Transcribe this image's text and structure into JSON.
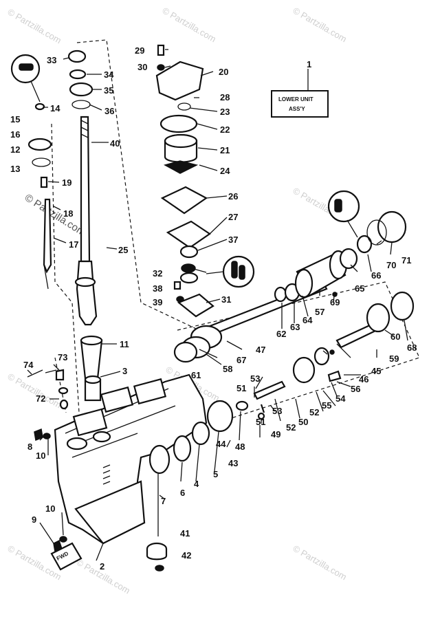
{
  "watermark": "© Partzilla.com",
  "assembly_box": {
    "number": "1",
    "line1": "LOWER UNIT",
    "line2": "ASS'Y"
  },
  "fwd_label": "FWD",
  "callouts": [
    {
      "id": "33",
      "text": "33"
    },
    {
      "id": "34",
      "text": "34"
    },
    {
      "id": "35",
      "text": "35"
    },
    {
      "id": "36",
      "text": "36"
    },
    {
      "id": "14",
      "text": "14"
    },
    {
      "id": "15",
      "text": "15"
    },
    {
      "id": "16",
      "text": "16"
    },
    {
      "id": "12",
      "text": "12"
    },
    {
      "id": "13",
      "text": "13"
    },
    {
      "id": "19",
      "text": "19"
    },
    {
      "id": "18",
      "text": "18"
    },
    {
      "id": "17",
      "text": "17"
    },
    {
      "id": "40",
      "text": "40"
    },
    {
      "id": "25",
      "text": "25"
    },
    {
      "id": "29",
      "text": "29"
    },
    {
      "id": "30",
      "text": "30"
    },
    {
      "id": "20",
      "text": "20"
    },
    {
      "id": "28",
      "text": "28"
    },
    {
      "id": "23",
      "text": "23"
    },
    {
      "id": "22",
      "text": "22"
    },
    {
      "id": "21",
      "text": "21"
    },
    {
      "id": "24",
      "text": "24"
    },
    {
      "id": "26",
      "text": "26"
    },
    {
      "id": "27",
      "text": "27"
    },
    {
      "id": "37",
      "text": "37"
    },
    {
      "id": "32",
      "text": "32"
    },
    {
      "id": "38",
      "text": "38"
    },
    {
      "id": "39",
      "text": "39"
    },
    {
      "id": "31",
      "text": "31"
    },
    {
      "id": "11",
      "text": "11"
    },
    {
      "id": "3",
      "text": "3"
    },
    {
      "id": "74",
      "text": "74"
    },
    {
      "id": "73",
      "text": "73"
    },
    {
      "id": "72",
      "text": "72"
    },
    {
      "id": "8",
      "text": "8"
    },
    {
      "id": "10a",
      "text": "10"
    },
    {
      "id": "10b",
      "text": "10"
    },
    {
      "id": "9",
      "text": "9"
    },
    {
      "id": "2",
      "text": "2"
    },
    {
      "id": "7",
      "text": "7"
    },
    {
      "id": "6",
      "text": "6"
    },
    {
      "id": "4",
      "text": "4"
    },
    {
      "id": "5",
      "text": "5"
    },
    {
      "id": "44",
      "text": "44"
    },
    {
      "id": "43",
      "text": "43"
    },
    {
      "id": "48",
      "text": "48"
    },
    {
      "id": "41",
      "text": "41"
    },
    {
      "id": "42",
      "text": "42"
    },
    {
      "id": "61",
      "text": "61"
    },
    {
      "id": "58",
      "text": "58"
    },
    {
      "id": "67",
      "text": "67"
    },
    {
      "id": "47",
      "text": "47"
    },
    {
      "id": "62",
      "text": "62"
    },
    {
      "id": "63",
      "text": "63"
    },
    {
      "id": "64",
      "text": "64"
    },
    {
      "id": "57",
      "text": "57"
    },
    {
      "id": "69",
      "text": "69"
    },
    {
      "id": "65",
      "text": "65"
    },
    {
      "id": "66",
      "text": "66"
    },
    {
      "id": "70",
      "text": "70"
    },
    {
      "id": "71",
      "text": "71"
    },
    {
      "id": "68",
      "text": "68"
    },
    {
      "id": "60",
      "text": "60"
    },
    {
      "id": "59",
      "text": "59"
    },
    {
      "id": "45",
      "text": "45"
    },
    {
      "id": "46",
      "text": "46"
    },
    {
      "id": "56",
      "text": "56"
    },
    {
      "id": "54",
      "text": "54"
    },
    {
      "id": "55",
      "text": "55"
    },
    {
      "id": "52a",
      "text": "52"
    },
    {
      "id": "50",
      "text": "50"
    },
    {
      "id": "52b",
      "text": "52"
    },
    {
      "id": "53a",
      "text": "53"
    },
    {
      "id": "51a",
      "text": "51"
    },
    {
      "id": "53b",
      "text": "53"
    },
    {
      "id": "51b",
      "text": "51"
    },
    {
      "id": "49",
      "text": "49"
    }
  ]
}
